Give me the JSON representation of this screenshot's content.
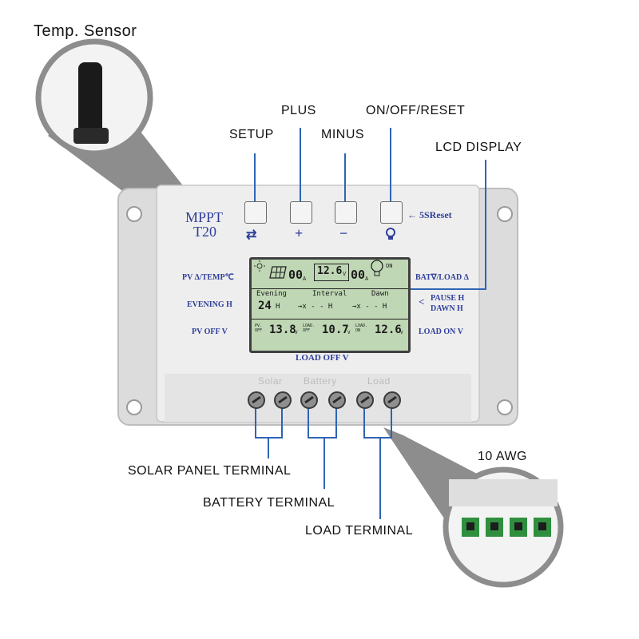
{
  "callouts": {
    "temp_sensor": "Temp.  Sensor",
    "setup": "SETUP",
    "plus": "PLUS",
    "minus": "MINUS",
    "onoff_reset": "ON/OFF/RESET",
    "lcd_display": "LCD  DISPLAY",
    "solar_terminal": "SOLAR  PANEL  TERMINAL",
    "battery_terminal": "BATTERY  TERMINAL",
    "load_terminal": "LOAD  TERMINAL",
    "awg": "10  AWG"
  },
  "panel": {
    "model_line1": "MPPT",
    "model_line2": "T20",
    "reset_hint": "← 5SReset",
    "btn_setup_symbol": "⇄",
    "btn_plus_symbol": "+",
    "btn_minus_symbol": "−",
    "left_label_1": "PV Δ/TEMP℃",
    "left_label_2": "EVENING H",
    "left_label_3": "PV OFF V",
    "right_label_1": "BAT∇/LOAD Δ",
    "right_label_2a": "PAUSE H",
    "right_label_2b": "DAWN H",
    "right_label_3": "LOAD ON V",
    "bottom_label": "LOAD OFF V",
    "terminal_labels": [
      "Solar",
      "Battery",
      "Load"
    ]
  },
  "lcd": {
    "pv_current": "00",
    "battery_voltage": "12.6",
    "load_current": "00",
    "unit_a": "A",
    "unit_v": "V",
    "on_label": "ON",
    "row_header": [
      "Evening",
      "Interval",
      "Dawn"
    ],
    "evening_value": "24",
    "interval_value": "→x - - H",
    "dawn_value": "→x - - H",
    "unit_h": "H",
    "pv_off_label": "PV. OFF",
    "pv_off_value": "13.8",
    "load_off_label": "LOAD. OFF",
    "load_off_value": "10.7",
    "load_on_label": "LOAD. ON",
    "load_on_value": "12.6"
  }
}
